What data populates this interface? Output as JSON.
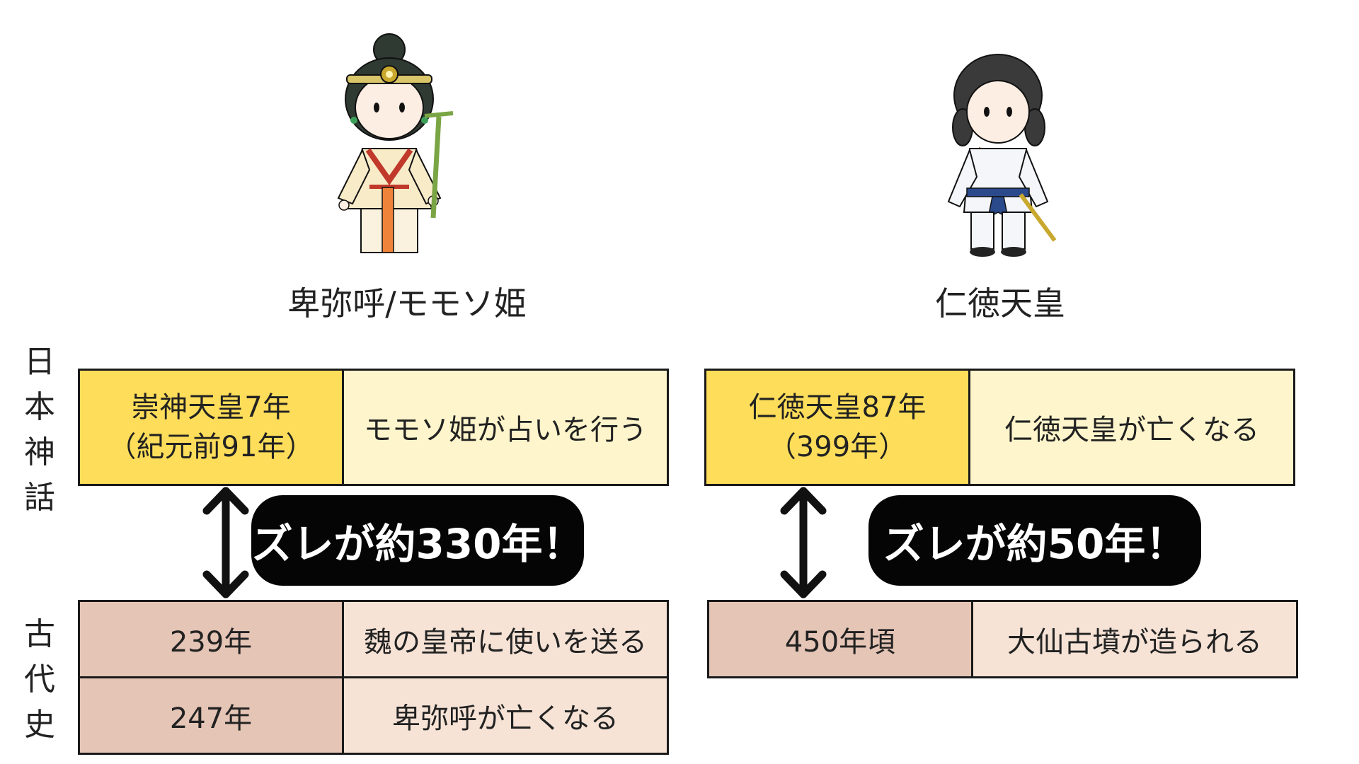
{
  "characters": {
    "left": {
      "name": "卑弥呼/モモソ姫",
      "icon": "himiko-illustration"
    },
    "right": {
      "name": "仁徳天皇",
      "icon": "nintoku-illustration"
    }
  },
  "section_labels": {
    "top": [
      "日",
      "本",
      "神",
      "話"
    ],
    "bottom": [
      "古",
      "代",
      "史"
    ]
  },
  "left_panel": {
    "myth": {
      "date_line1": "崇神天皇7年",
      "date_line2": "（紀元前91年）",
      "event": "モモソ姫が占いを行う"
    },
    "history": [
      {
        "date": "239年",
        "event": "魏の皇帝に使いを送る"
      },
      {
        "date": "247年",
        "event": "卑弥呼が亡くなる"
      }
    ],
    "gap_label": "ズレが約330年！"
  },
  "right_panel": {
    "myth": {
      "date_line1": "仁徳天皇87年",
      "date_line2": "（399年）",
      "event": "仁徳天皇が亡くなる"
    },
    "history": [
      {
        "date": "450年頃",
        "event": "大仙古墳が造られる"
      }
    ],
    "gap_label": "ズレが約50年！"
  },
  "colors": {
    "myth_date": "#fedd5a",
    "myth_event": "#fff5cc",
    "history_date": "#e5c5b6",
    "history_event": "#f6e3d6",
    "border": "#1a1a1a",
    "pill": "#050505"
  }
}
